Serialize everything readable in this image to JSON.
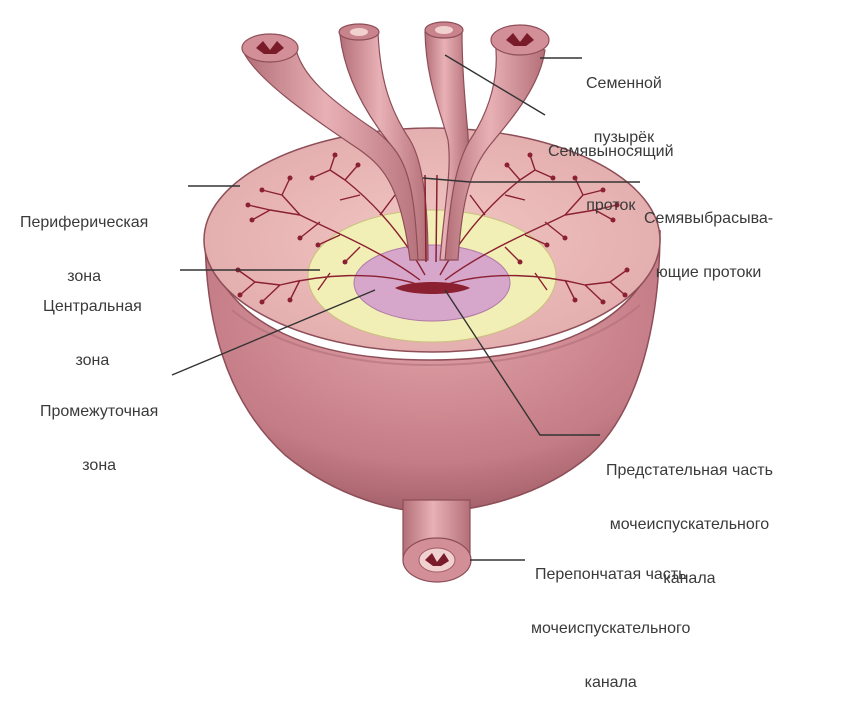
{
  "labels": {
    "seminal_vesicle": [
      "Семенной",
      "пузырёк"
    ],
    "vas_deferens": [
      "Семявыносящий",
      "проток"
    ],
    "ejaculatory_ducts": [
      "Семявыбрасыва-",
      "ющие протоки"
    ],
    "peripheral_zone": [
      "Периферическая",
      "зона"
    ],
    "central_zone": [
      "Центральная",
      "зона"
    ],
    "transition_zone": [
      "Промежуточная",
      "зона"
    ],
    "prostatic_urethra": [
      "Предстательная часть",
      "мочеиспускательного",
      "канала"
    ],
    "membranous_urethra": [
      "Перепончатая часть",
      "мочеиспускательного",
      "канала"
    ]
  },
  "colors": {
    "tissue": "#c9848c",
    "tissue_dark": "#a8646e",
    "cut_surface": "#e8b5b5",
    "central_zone": "#f3f0b8",
    "transition_zone": "#d9a9cc",
    "ducts": "#8a2030",
    "leader_line": "#333333",
    "text": "#3a3a3a"
  }
}
